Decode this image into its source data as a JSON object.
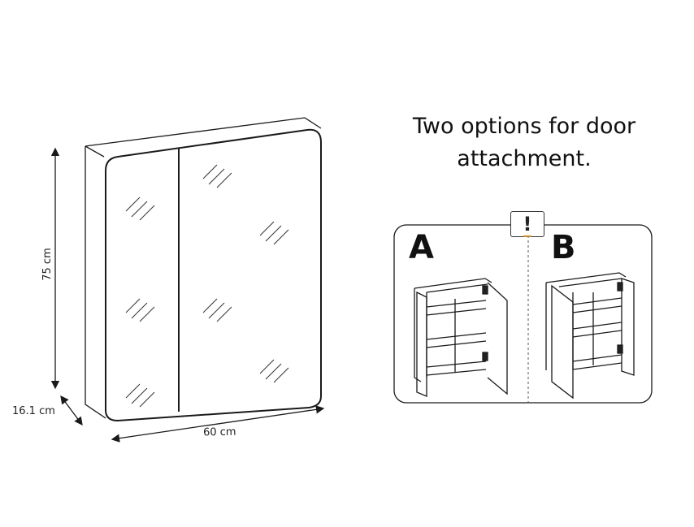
{
  "dimensions": {
    "height": "75 cm",
    "depth": "16.1 cm",
    "width": "60 cm"
  },
  "heading": {
    "line1": "Two options for door",
    "line2": "attachment."
  },
  "options": {
    "badge": "!",
    "a_label": "A",
    "b_label": "B"
  },
  "colors": {
    "line": "#1a1a1a",
    "badge_accent": "#c98a2a"
  }
}
